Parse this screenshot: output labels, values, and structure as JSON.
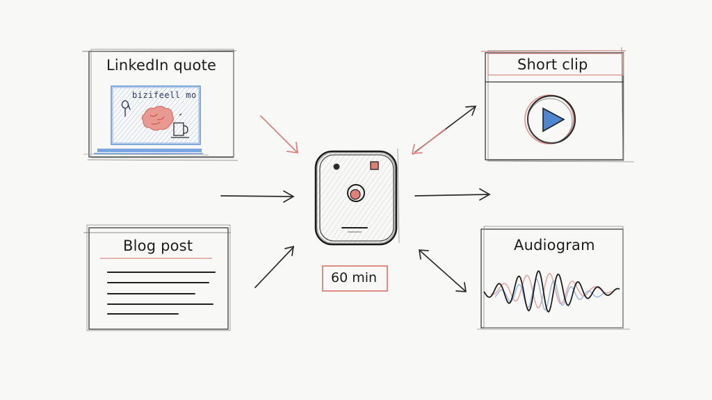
{
  "center": {
    "duration": "60 min"
  },
  "outputs": {
    "linkedin": {
      "title": "LinkedIn quote",
      "inner_text": "bizifeell mo"
    },
    "short_clip": {
      "title": "Short clip"
    },
    "blog": {
      "title": "Blog post"
    },
    "audiogram": {
      "title": "Audiogram"
    }
  },
  "colors": {
    "ink": "#2a2a2a",
    "accent_red": "#e07f78",
    "accent_blue": "#5d8fd6",
    "play_blue": "#4f86d2"
  }
}
